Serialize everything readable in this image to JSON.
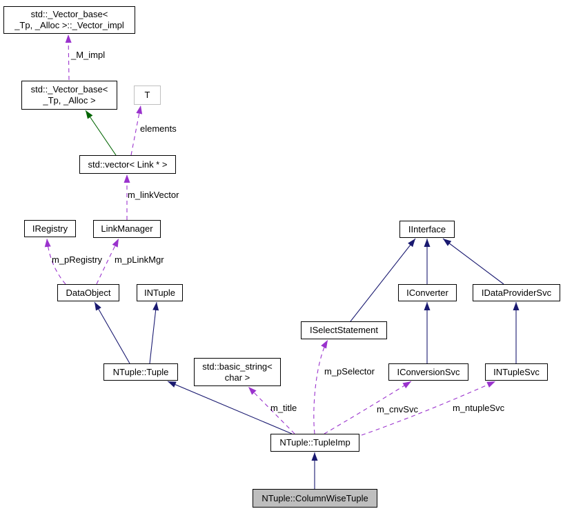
{
  "diagram": {
    "kind": "collaboration-diagram",
    "current_class": "NTuple::ColumnWiseTuple"
  },
  "colors": {
    "inheritance_edge": "#191970",
    "protected_inheritance_edge": "#006400",
    "usage_edge": "#9a32cd",
    "node_border": "#000000",
    "undocumented_node_border": "#bfbfbf",
    "node_fill": "#ffffff",
    "current_node_fill": "#bebebe"
  },
  "nodes": {
    "vector_impl": {
      "line1": "std::_Vector_base<",
      "line2": "_Tp, _Alloc >::_Vector_impl"
    },
    "vector_base": {
      "line1": "std::_Vector_base<",
      "line2": "_Tp, _Alloc >"
    },
    "t": {
      "line1": "T"
    },
    "vector_link": {
      "line1": "std::vector< Link * >"
    },
    "iregistry": {
      "line1": "IRegistry"
    },
    "linkmanager": {
      "line1": "LinkManager"
    },
    "dataobject": {
      "line1": "DataObject"
    },
    "intuple": {
      "line1": "INTuple"
    },
    "tuple": {
      "line1": "NTuple::Tuple"
    },
    "basic_string": {
      "line1": "std::basic_string<",
      "line2": "char >"
    },
    "iinterface": {
      "line1": "IInterface"
    },
    "iconverter": {
      "line1": "IConverter"
    },
    "idataprovidersvc": {
      "line1": "IDataProviderSvc"
    },
    "iselectstatement": {
      "line1": "ISelectStatement"
    },
    "iconversionsvc": {
      "line1": "IConversionSvc"
    },
    "intuplesvc": {
      "line1": "INTupleSvc"
    },
    "tupleimp": {
      "line1": "NTuple::TupleImp"
    },
    "columnwisetuple": {
      "line1": "NTuple::ColumnWiseTuple"
    }
  },
  "edge_labels": {
    "m_impl": "_M_impl",
    "elements": "elements",
    "m_linkVector": "m_linkVector",
    "m_pRegistry": "m_pRegistry",
    "m_pLinkMgr": "m_pLinkMgr",
    "m_title": "m_title",
    "m_pSelector": "m_pSelector",
    "m_cnvSvc": "m_cnvSvc",
    "m_ntupleSvc": "m_ntupleSvc"
  }
}
